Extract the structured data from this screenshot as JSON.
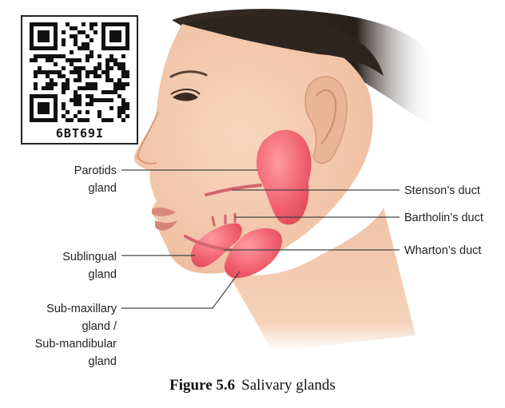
{
  "qr": {
    "code": "6BT69I"
  },
  "labels": {
    "parotids_line1": "Parotids",
    "parotids_line2": "gland",
    "sublingual_line1": "Sublingual",
    "sublingual_line2": "gland",
    "submax_line1": "Sub-maxillary",
    "submax_line2": "gland /",
    "submax_line3": "Sub-mandibular",
    "submax_line4": "gland",
    "stenson": "Stenson’s duct",
    "bartholin": "Bartholin’s duct",
    "wharton": "Wharton’s duct"
  },
  "caption": {
    "figure": "Figure 5.6",
    "title": "Salivary glands"
  },
  "colors": {
    "gland": "#f0606e",
    "skin": "#f3c8ae",
    "hair": "#2f2520"
  }
}
